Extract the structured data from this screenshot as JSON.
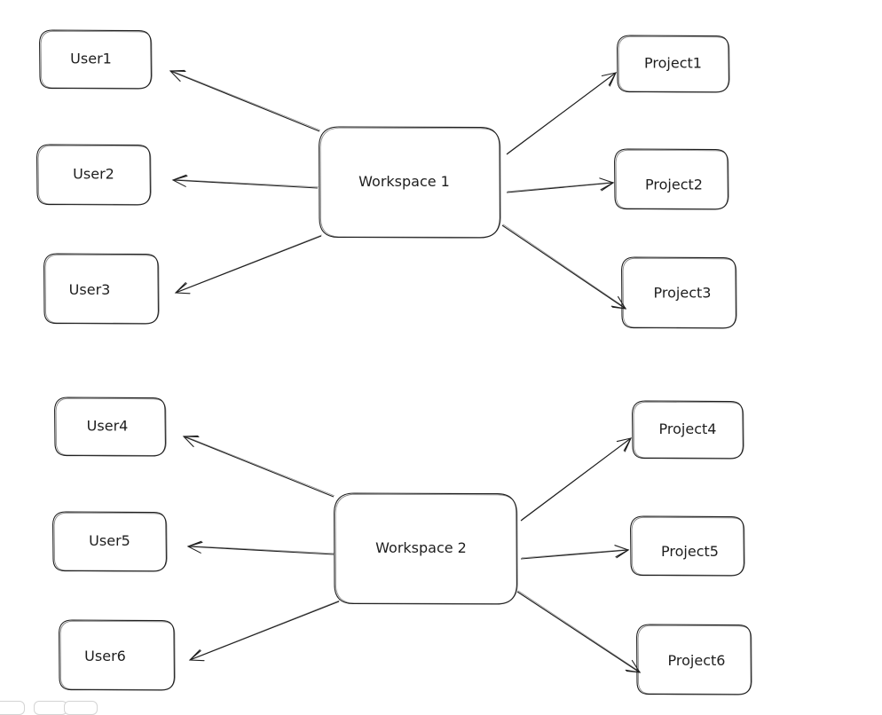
{
  "diagram": {
    "workspaces": [
      {
        "label": "Workspace 1",
        "users": [
          "User1",
          "User2",
          "User3"
        ],
        "projects": [
          "Project1",
          "Project2",
          "Project3"
        ]
      },
      {
        "label": "Workspace 2",
        "users": [
          "User4",
          "User5",
          "User6"
        ],
        "projects": [
          "Project4",
          "Project5",
          "Project6"
        ]
      }
    ]
  }
}
